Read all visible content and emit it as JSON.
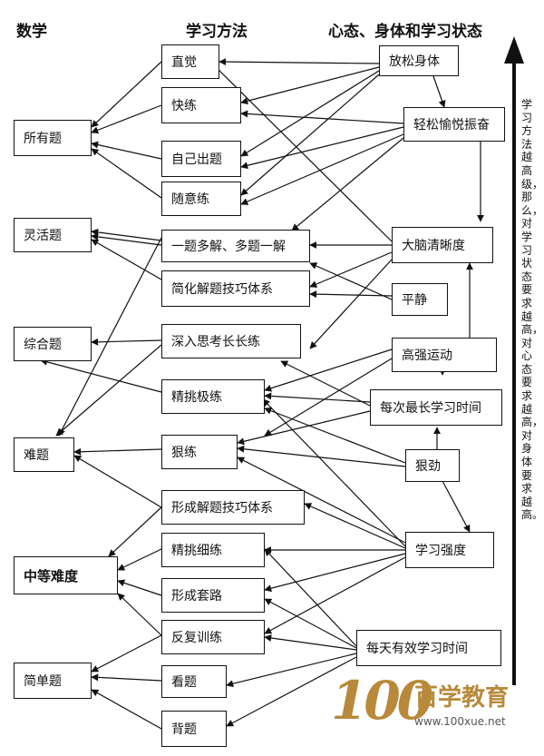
{
  "headers": {
    "math": "数学",
    "method": "学习方法",
    "state": "心态、身体和学习状态"
  },
  "math": {
    "all": "所有题",
    "flexible": "灵活题",
    "comprehensive": "综合题",
    "hard": "难题",
    "medium": "中等难度",
    "simple": "简单题"
  },
  "methods": {
    "intuition": "直觉",
    "fast": "快练",
    "self_made": "自己出题",
    "random": "随意练",
    "multi": "一题多解、多题一解",
    "simplify": "简化解题技巧体系",
    "deep": "深入思考长长练",
    "pick_extreme": "精挑极练",
    "fierce": "狠练",
    "form_system": "形成解题技巧体系",
    "pick_fine": "精挑细练",
    "form_routine": "形成套路",
    "repeat": "反复训练",
    "read": "看题",
    "recite": "背题"
  },
  "states": {
    "relax": "放松身体",
    "easy_cheer": "轻松愉悦振奋",
    "clear": "大脑清晰度",
    "calm": "平静",
    "sport": "高强运动",
    "longest": "每次最长学习时间",
    "vigor": "狠劲",
    "intensity": "学习强度",
    "daily": "每天有效学习时间"
  },
  "side_note": "学习方法越高级，那么，对学习状态要求越高，对心态要求越高，对身体要求越高。",
  "logo": {
    "number": "100",
    "name": "百学教育",
    "url": "www.100xue.net"
  }
}
